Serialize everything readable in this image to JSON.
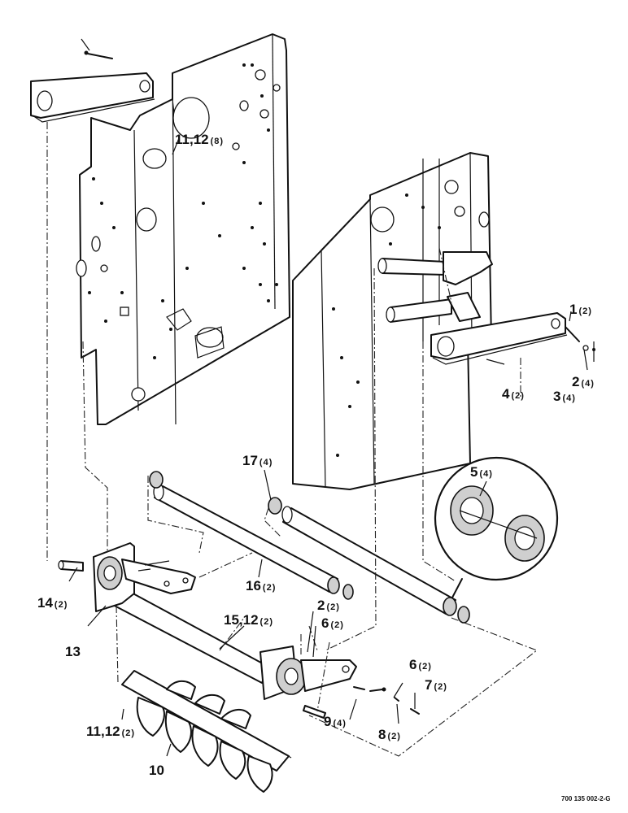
{
  "callouts": [
    {
      "id": "c1",
      "number": "1",
      "qty": "(2)"
    },
    {
      "id": "c2a",
      "number": "2",
      "qty": "(4)"
    },
    {
      "id": "c3",
      "number": "3",
      "qty": "(4)"
    },
    {
      "id": "c4",
      "number": "4",
      "qty": "(2)"
    },
    {
      "id": "c5",
      "number": "5",
      "qty": "(4)"
    },
    {
      "id": "c17",
      "number": "17",
      "qty": "(4)"
    },
    {
      "id": "c16",
      "number": "16",
      "qty": "(2)"
    },
    {
      "id": "c14",
      "number": "14",
      "qty": "(2)"
    },
    {
      "id": "c13",
      "number": "13",
      "qty": ""
    },
    {
      "id": "c2b",
      "number": "2",
      "qty": "(2)"
    },
    {
      "id": "c6a",
      "number": "6",
      "qty": "(2)"
    },
    {
      "id": "c15",
      "number": "15,12",
      "qty": "(2)"
    },
    {
      "id": "c6b",
      "number": "6",
      "qty": "(2)"
    },
    {
      "id": "c7",
      "number": "7",
      "qty": "(2)"
    },
    {
      "id": "c8",
      "number": "8",
      "qty": "(2)"
    },
    {
      "id": "c9",
      "number": "9",
      "qty": "(4)"
    },
    {
      "id": "c11b",
      "number": "11,12",
      "qty": "(2)"
    },
    {
      "id": "c10",
      "number": "10",
      "qty": ""
    },
    {
      "id": "c11a",
      "number": "11,12",
      "qty": "(8)"
    }
  ],
  "reference_code": "700 135 002-2-G",
  "icons": [
    "bearing-detail-icon",
    "roller-icon",
    "side-panel-icon",
    "auger-icon"
  ]
}
